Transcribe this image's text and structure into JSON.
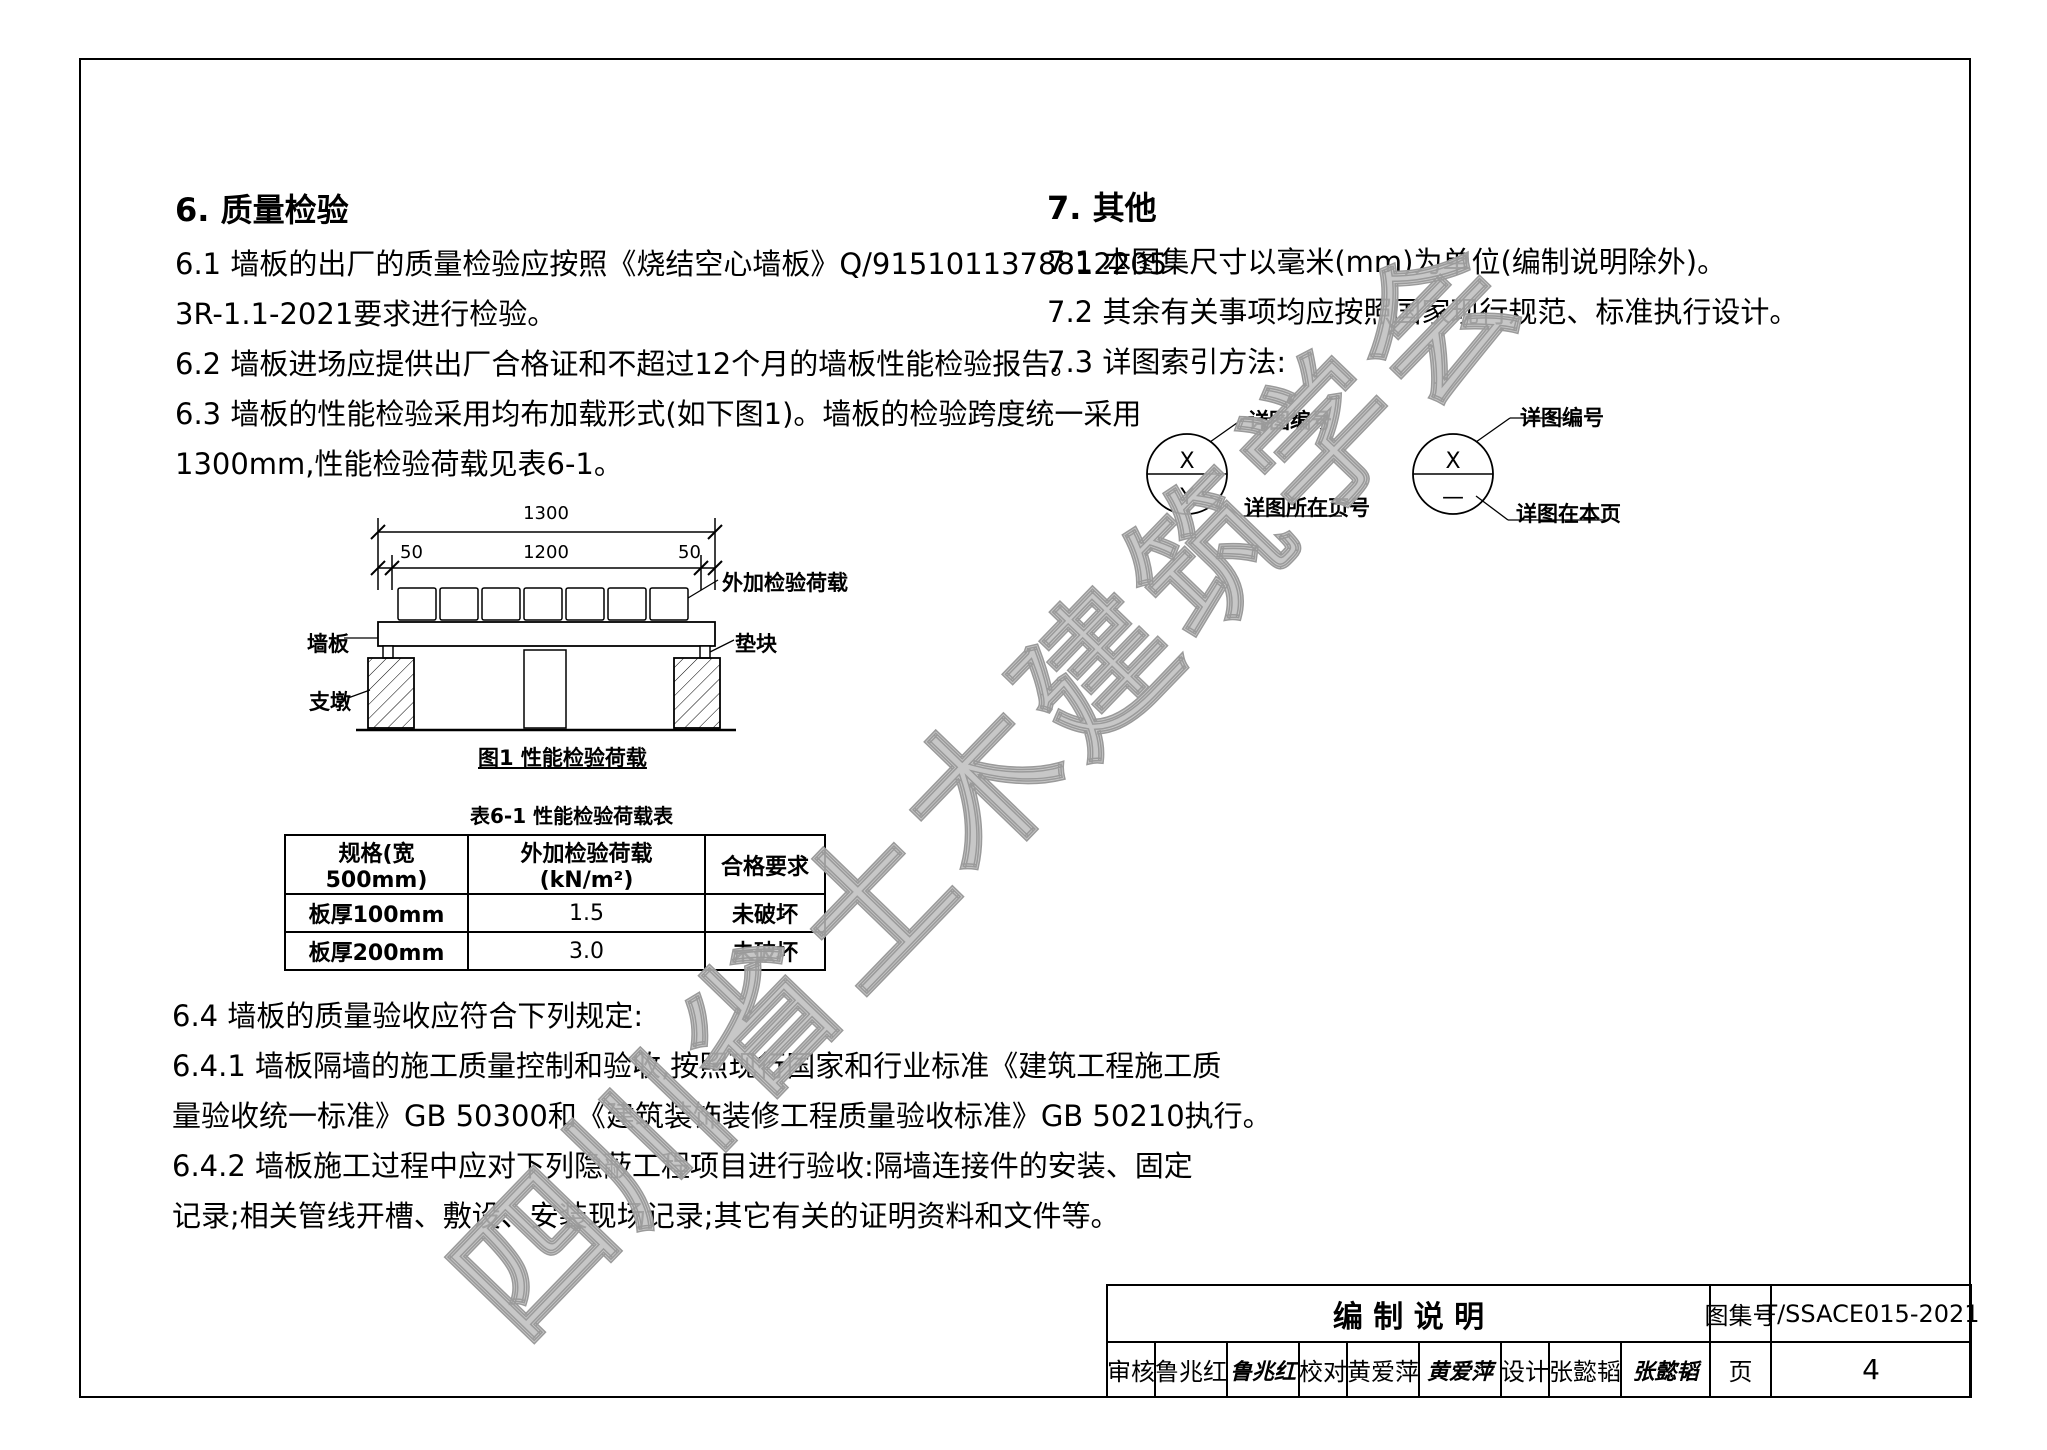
{
  "section6": {
    "heading": "6. 质量检验",
    "p61_line1": "6.1  墙板的出厂的质量检验应按照《烧结空心墙板》Q/9151011378812205",
    "p61_line2": "3R-1.1-2021要求进行检验。",
    "p62": "6.2  墙板进场应提供出厂合格证和不超过12个月的墙板性能检验报告。",
    "p63_line1": "6.3  墙板的性能检验采用均布加载形式(如下图1)。墙板的检验跨度统一采用",
    "p63_line2": "1300mm,性能检验荷载见表6-1。",
    "p64": "6.4  墙板的质量验收应符合下列规定:",
    "p641_line1": "6.4.1  墙板隔墙的施工质量控制和验收,按照现行国家和行业标准《建筑工程施工质",
    "p641_line2": "量验收统一标准》GB 50300和《建筑装饰装修工程质量验收标准》GB 50210执行。",
    "p642_line1": "6.4.2  墙板施工过程中应对下列隐蔽工程项目进行验收:隔墙连接件的安装、固定",
    "p642_line2": "记录;相关管线开槽、敷设、安装现场记录;其它有关的证明资料和文件等。"
  },
  "figure1": {
    "dim_total": "1300",
    "dim_left": "50",
    "dim_mid": "1200",
    "dim_right": "50",
    "label_load": "外加检验荷载",
    "label_panel": "墙板",
    "label_pad": "垫块",
    "label_support": "支墩",
    "caption": "图1 性能检验荷载"
  },
  "table61": {
    "caption": "表6-1  性能检验荷载表",
    "headers": [
      "规格(宽500mm)",
      "外加检验荷载(kN/m²)",
      "合格要求"
    ],
    "rows": [
      [
        "板厚100mm",
        "1.5",
        "未破坏"
      ],
      [
        "板厚200mm",
        "3.0",
        "未破坏"
      ]
    ]
  },
  "section7": {
    "heading": "7. 其他",
    "p71": "7.1  本图集尺寸以毫米(mm)为单位(编制说明除外)。",
    "p72": "7.2  其余有关事项均应按照国家现行规范、标准执行设计。",
    "p73": "7.3  详图索引方法:"
  },
  "index_symbols": {
    "left_top": "X",
    "left_bottom": "Y",
    "left_label_top": "详图编号",
    "left_label_bottom": "详图所在页号",
    "right_top": "X",
    "right_bottom": "—",
    "right_label_top": "详图编号",
    "right_label_bottom": "详图在本页"
  },
  "title_block": {
    "title": "编 制 说 明",
    "atlas_label": "图集号",
    "atlas_no": "T/SSACE015-2021",
    "review_label": "审核",
    "reviewer": "鲁兆红",
    "reviewer_sig": "鲁兆红",
    "check_label": "校对",
    "checker": "黄爱萍",
    "checker_sig": "黄爱萍",
    "design_label": "设计",
    "designer": "张懿韬",
    "designer_sig": "张懿韬",
    "page_label": "页",
    "page_no": "4"
  },
  "watermark": {
    "text": "四川省土木建筑学会",
    "color": "#bdbdbd"
  }
}
